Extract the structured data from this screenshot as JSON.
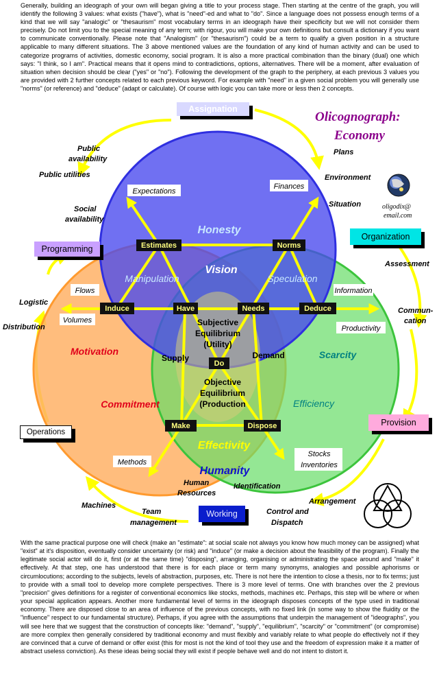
{
  "intro_text": "Generally, building an ideograph of your own will began giving a title to your process stage. Then starting at the centre of the graph, you will identify the following 3 values: what exists (\"have\"), what is \"need\"-ed and what to \"do\". Since a language does not possess enough terms of a kind that we will say \"analogic\" or \"thesaurism\" most vocabulary terms in an ideograph have their specificity but we will not consider them precisely. Do not limit you to the special meaning of any term; with rigour, you will make your own definitions but consult a dictionary if you want to communicate conventionally. Please note that \"Analogism\" (or \"thesaurism\") could be a term to qualify a given position in a structure applicable to many different situations. The 3 above mentioned values are the foundation of any kind of human activity and can be used to categorize programs of activities, domestic economy, social program. It is also a more practical combination than the binary (dual) one which says: \"I think, so I am\". Practical means that it opens mind to contradictions, options, alternatives. There will be a moment, after evaluation of situation when decision should be clear (\"yes\" or \"no\"). Following the development of the graph to the periphery, at each previous 3 values you are provided with 2 further concepts related to each previous keyword. For example with \"need\" in a given social problem you will generally use \"norms\" (or reference) and \"deduce\" (adapt or calculate). Of course with logic you can take more or less then 2 concepts.",
  "outro_text": "With the same practical purpose one will check (make an \"estimate\": at social scale not always you know how much money can be assigned) what \"exist\" at it's disposition, eventually consider uncertainty (or risk) and \"induce\" (or make a decision about the feasibility of the program). Finally the legitimate social actor will do it, first (or at the same time) \"disposing\", arranging, organising or administrating the space around and \"make\" it effectively. At that step, one has understood that there is for each place or term many synonyms, analogies and possible aphorisms or circumlocutions; according to the subjects, levels of abstraction, purposes, etc. There is not here the intention to close a thesis, nor to fix terms; just to provide with a small tool to develop more complete perspectives. There is 3 more level of terms. One with branches over the 2 previous \"precision\" gives definitions for a register of conventional economics like stocks, methods, machines etc. Perhaps, this step will be where or when your special application appears. Another more fundamental level of terms in the ideograph disposes concepts of the type used in traditional economy. There are disposed close to an area of influence of the previous concepts, with no fixed link (in some way to show the fluidity or the \"influence\" respect to our fundamental structure). Perhaps, if you agree with the assumptions that underpin the management of \"ideographs\", you will see here that we suggest that the construction of concepts like: \"demand\", \"supply\", \"equilibrium\", \"scarcity\" or \"commitment\" (or compromise) are more complex then generally considered by traditional economy and must flexibly and variably relate to what people do effectively not if they are convinced that a curve of demand or offer exist (this for most is not the kind of tool they use and the freedom of expression make it a matter of abstract useless conviction). As these ideas being social they will exist if people behave well and do not intent to distort it.",
  "title": {
    "line1": "Olicognograph:",
    "line2": "Economy"
  },
  "email": {
    "line1": "oligodix@",
    "line2": "email.com"
  },
  "boxes": {
    "assignation": "Assignation",
    "organization": "Organization",
    "programming": "Programming",
    "operations": "Operations",
    "provision": "Provision",
    "working": "Working"
  },
  "regions": {
    "honesty": "Honesty",
    "vision": "Vision",
    "manipulation": "Manipulation",
    "speculation": "Speculation",
    "motivation": "Motivation",
    "scarcity": "Scarcity",
    "commitment": "Commitment",
    "efficiency": "Efficiency",
    "effectivity": "Effectivity",
    "humanity": "Humanity"
  },
  "nodes": {
    "estimates": "Estimates",
    "norms": "Norms",
    "induce": "Induce",
    "have": "Have",
    "needs": "Needs",
    "deduce": "Deduce",
    "do": "Do",
    "make": "Make",
    "dispose": "Dispose"
  },
  "center": {
    "subjective": [
      "Subjective",
      "Equilibrium",
      "(Utility)"
    ],
    "objective": [
      "Objective",
      "Equilibrium",
      "(Production"
    ],
    "supply": "Supply",
    "demand": "Demand"
  },
  "endpoints": {
    "expectations": "Expectations",
    "finances": "Finances",
    "flows": "Flows",
    "volumes": "Volumes",
    "information": "Information",
    "productivity": "Productivity",
    "methods": "Methods",
    "stocks": "Stocks",
    "inventories": "Inventories"
  },
  "outer": {
    "public_availability": [
      "Public",
      "availability"
    ],
    "public_utilities": "Public utilities",
    "social_availability": [
      "Social",
      "availability"
    ],
    "plans": "Plans",
    "environment": "Environment",
    "situation": "Situation",
    "assessment": "Assessment",
    "communication": [
      "Commun-",
      "cation"
    ],
    "logistic": "Logistic",
    "distribution": "Distribution",
    "machines": "Machines",
    "team_management": [
      "Team",
      "management"
    ],
    "human_resources": [
      "Human",
      "Resources"
    ],
    "identification": "Identification",
    "control_dispatch": [
      "Control and",
      "Dispatch"
    ],
    "arrangement": "Arrangement"
  },
  "colors": {
    "blue_circle": "#3c3cf0",
    "orange_circle": "#ff9a2e",
    "green_circle": "#3cc43c",
    "yellow": "#ffff00",
    "title": "#8b008b"
  }
}
